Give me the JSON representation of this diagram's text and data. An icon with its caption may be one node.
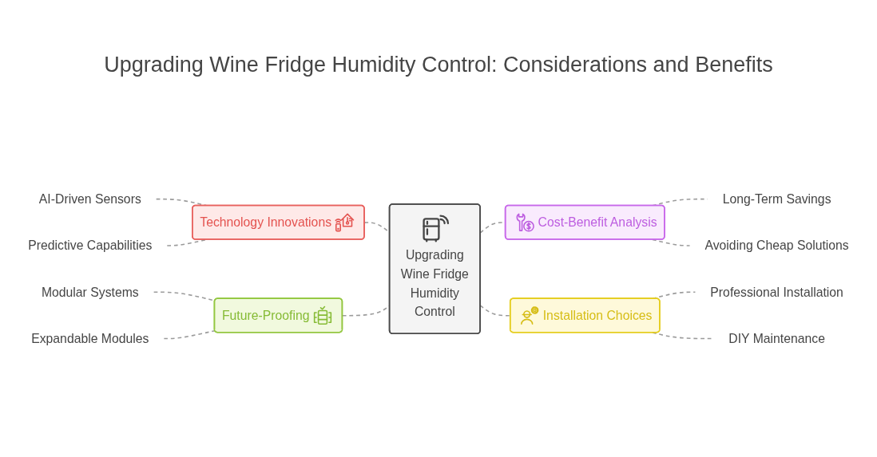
{
  "diagram": {
    "title": "Upgrading Wine Fridge Humidity Control: Considerations and Benefits",
    "nodes": [
      {
        "text": [
          "Technology Innovations"
        ]
      },
      {
        "text": [
          "Cost-Benefit Analysis"
        ]
      },
      {
        "text": [
          "Upgrading Wine Fridge Humidity Control"
        ]
      },
      {
        "text": [
          "AI-Driven Sensors"
        ]
      },
      {
        "text": [
          "Long-Term Savings"
        ]
      },
      {
        "text": [
          "Predictive Capabilities"
        ]
      },
      {
        "text": [
          "Avoiding Cheap Solutions"
        ]
      },
      {
        "text": [
          "Future-Proofing"
        ]
      },
      {
        "text": [
          "Installation Choices"
        ]
      },
      {
        "text": [
          "Modular Systems"
        ]
      },
      {
        "text": [
          "Professional Installation"
        ]
      },
      {
        "text": [
          "Expandable Modules"
        ]
      },
      {
        "text": [
          "DIY Maintenance"
        ]
      }
    ],
    "edges": [
      {
        "from": 0,
        "to": 2,
        "arrow": "none",
        "style": "dashed"
      },
      {
        "from": 2,
        "to": 1,
        "arrow": "none",
        "style": "dashed"
      },
      {
        "from": 3,
        "to": 0,
        "arrow": "none",
        "style": "dashed"
      },
      {
        "from": 5,
        "to": 0,
        "arrow": "none",
        "style": "dashed"
      },
      {
        "from": 1,
        "to": 4,
        "arrow": "none",
        "style": "dashed"
      },
      {
        "from": 1,
        "to": 6,
        "arrow": "none",
        "style": "dashed"
      },
      {
        "from": 7,
        "to": 2,
        "arrow": "none",
        "style": "dashed"
      },
      {
        "from": 2,
        "to": 8,
        "arrow": "none",
        "style": "dashed"
      },
      {
        "from": 9,
        "to": 7,
        "arrow": "none",
        "style": "dashed"
      },
      {
        "from": 11,
        "to": 7,
        "arrow": "none",
        "style": "dashed"
      },
      {
        "from": 8,
        "to": 10,
        "arrow": "none",
        "style": "dashed"
      },
      {
        "from": 8,
        "to": 12,
        "arrow": "none",
        "style": "dashed"
      }
    ]
  }
}
